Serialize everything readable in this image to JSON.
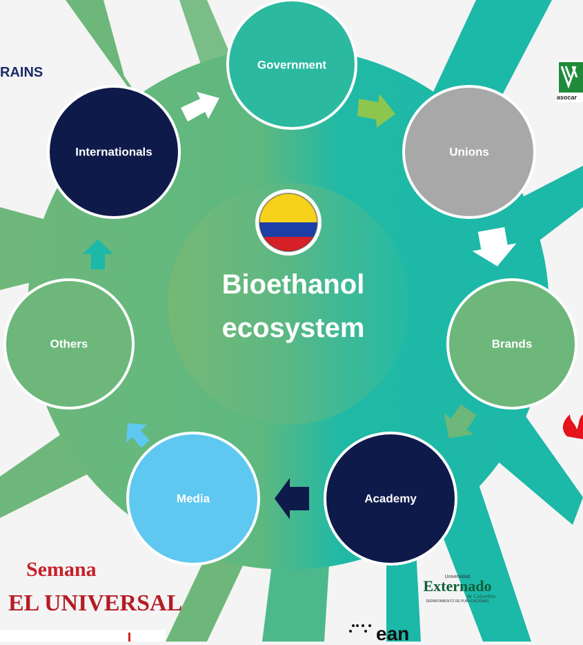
{
  "diagram": {
    "center": {
      "line1": "Bioethanol",
      "line2": "ecosystem"
    },
    "nodes": [
      {
        "id": "government",
        "label": "Government",
        "color": "#2bb9a0"
      },
      {
        "id": "unions",
        "label": "Unions",
        "color": "#a8a8a8"
      },
      {
        "id": "brands",
        "label": "Brands",
        "color": "#6db77a"
      },
      {
        "id": "academy",
        "label": "Academy",
        "color": "#0e1a4a"
      },
      {
        "id": "media",
        "label": "Media",
        "color": "#5ec8f0"
      },
      {
        "id": "others",
        "label": "Others",
        "color": "#6db77a"
      },
      {
        "id": "internationals",
        "label": "Internationals",
        "color": "#0e1a4a"
      }
    ],
    "colors": {
      "green": "#6db77a",
      "teal": "#1dbaa7",
      "navy": "#0e1a4a",
      "sky": "#5ec8f0",
      "grey": "#a8a8a8"
    }
  },
  "logos": {
    "top_left": "RAINS",
    "top_right": "asocar",
    "semana": "Semana",
    "el_universal": "EL UNIVERSAL",
    "externado_small": "Universidad",
    "externado": "Externado",
    "externado_sub1": "de Colombia",
    "externado_sub2": "DEPARTAMENTO DE PUBLICACIONES",
    "ean": "ean"
  }
}
